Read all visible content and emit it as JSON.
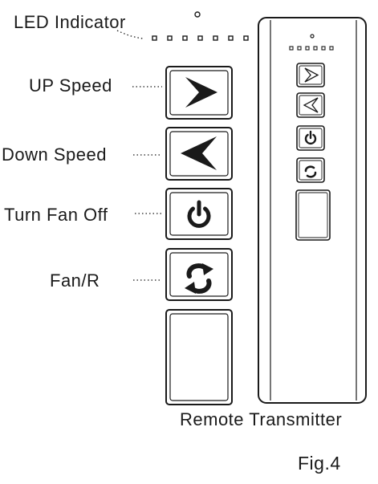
{
  "labels": {
    "led": "LED Indicator",
    "up": "UP Speed",
    "down": "Down  Speed",
    "off": "Turn Fan Off",
    "fan": "Fan/R",
    "remote": "Remote Transmitter",
    "fig": "Fig.4"
  },
  "icons": [
    "led-dot-icon",
    "arrow-right-icon",
    "arrow-left-icon",
    "power-icon",
    "rotate-arrows-icon"
  ],
  "colors": {
    "ink": "#1a1a1a",
    "background": "#ffffff"
  }
}
